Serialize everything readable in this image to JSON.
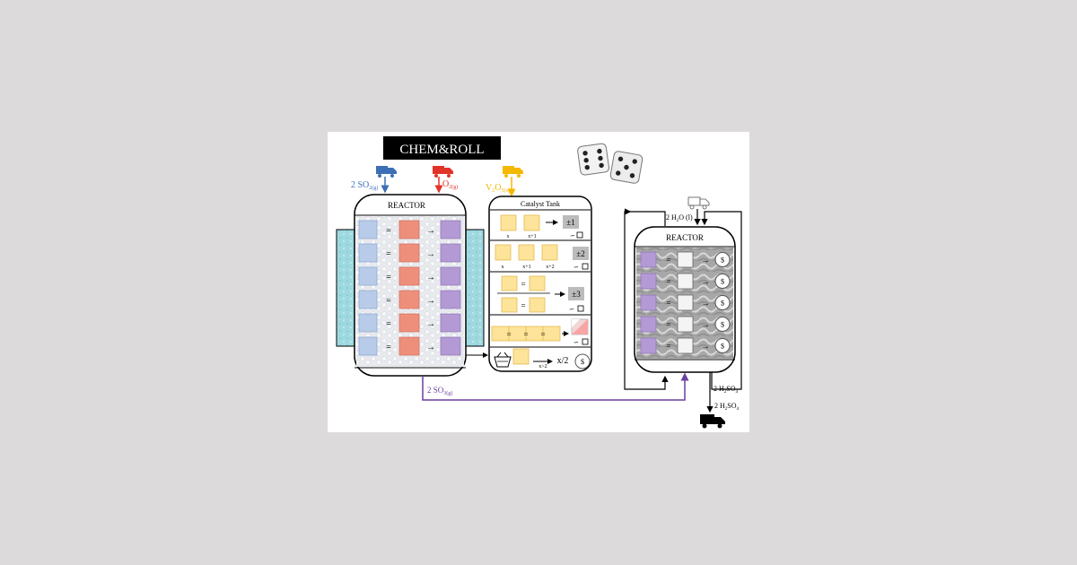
{
  "title": "CHEM&ROLL",
  "colors": {
    "so2": "#3d6fb6",
    "o2": "#e2332a",
    "v2o5": "#f5b800",
    "so3": "#6b3fa0",
    "product": "#000000",
    "cell_blue": "#b8cbe9",
    "cell_red": "#ee8f7c",
    "cell_purple": "#b39ad4",
    "cell_yellow": "#fde49a",
    "jacket": "#a8dde3"
  },
  "inputs": {
    "so2_label": "2 SO",
    "so2_sub": "2(g)",
    "o2_label": "O",
    "o2_sub": "2(g)",
    "v2o5_label_a": "V",
    "v2o5_sub_a": "2",
    "v2o5_label_b": "O",
    "v2o5_sub_b": "5(s)",
    "water_label": "2 H",
    "water_sub": "2",
    "water_tail": "O (l)"
  },
  "reactor1": {
    "label": "REACTOR",
    "rows": 6,
    "eq_sign": "=",
    "arrow": "→"
  },
  "reactor2": {
    "label": "REACTOR",
    "rows": 5,
    "eq_sign": "=",
    "arrow": "→",
    "coin_symbol": "$"
  },
  "catalyst": {
    "label": "Catalyst Tank",
    "row1": {
      "tile_labels": [
        "x",
        "x+1"
      ],
      "badge": "±1"
    },
    "row2": {
      "tile_labels": [
        "x",
        "x+1",
        "x+2"
      ],
      "badge": "±2"
    },
    "row3": {
      "eq": "=",
      "badge": "±3"
    },
    "row4": {
      "eq": "="
    },
    "row5": {
      "op": "x/2",
      "cond": "x>2",
      "coin_symbol": "$"
    },
    "reroll_symbol": "∽"
  },
  "flows": {
    "so3_label": "2 SO",
    "so3_sub": "3(g)",
    "product1_label": "2 H",
    "product1_sub": "2",
    "product1_tail": "SO",
    "product1_sub2": "4",
    "product2_label": "2 H",
    "product2_sub": "2",
    "product2_tail": "SO",
    "product2_sub2": "4"
  },
  "icons": [
    "truck-icon",
    "dice-icon",
    "basket-icon",
    "coin-icon",
    "reroll-icon",
    "share-icon"
  ]
}
